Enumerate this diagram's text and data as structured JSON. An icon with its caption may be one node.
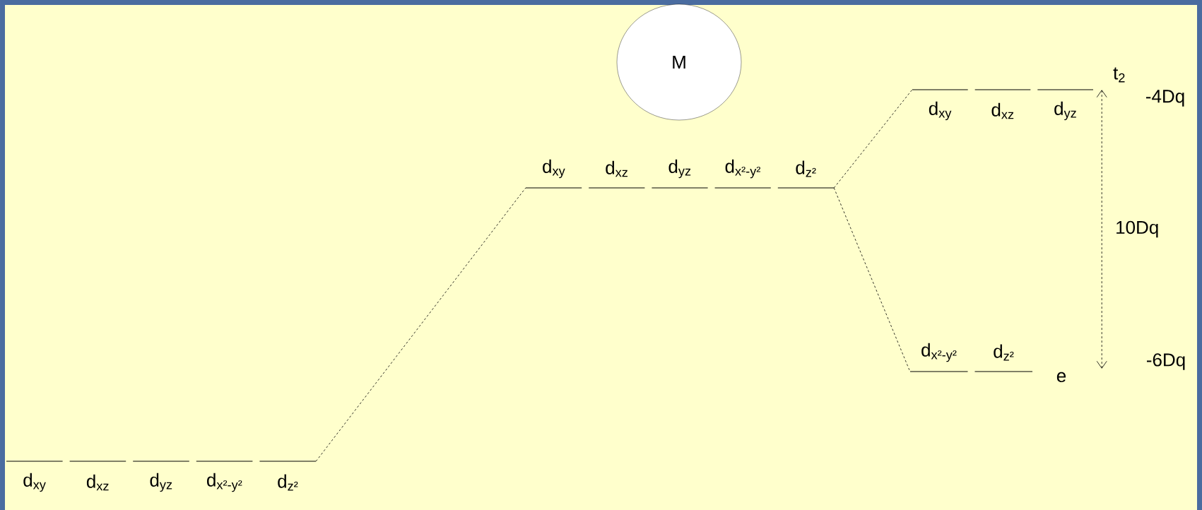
{
  "diagram": {
    "nodes": [
      {
        "text": [
          "M"
        ]
      },
      {
        "text": [
          "d$_{xy}$",
          "d$_{xz}$",
          "d$_{yz}$",
          "d$_{x²-y²}$",
          "d$_{z²}$"
        ]
      },
      {
        "text": [
          "d$_{xy}$",
          "d$_{xz}$",
          "d$_{yz}$",
          "d$_{x²-y²}$",
          "d$_{z²}$"
        ]
      },
      {
        "text": [
          "d$_{xy}$",
          "d$_{xz}$",
          "d$_{yz}$"
        ],
        "beside": [
          "t$_{2}$"
        ]
      },
      {
        "text": [
          "d$_{x²-y²}$",
          "d$_{z²}$"
        ],
        "beside": [
          "e"
        ]
      }
    ],
    "edges": [
      {
        "from": 1,
        "to": 2,
        "arrow": "none",
        "style": "dashed"
      },
      {
        "from": 2,
        "to": 3,
        "arrow": "none",
        "style": "dashed"
      },
      {
        "from": 2,
        "to": 4,
        "arrow": "none",
        "style": "dashed"
      },
      {
        "from": 3,
        "to": 4,
        "arrow": "both",
        "style": "dashed",
        "label": "10Dq"
      }
    ],
    "labels": [
      "-4Dq",
      "-6Dq"
    ]
  }
}
